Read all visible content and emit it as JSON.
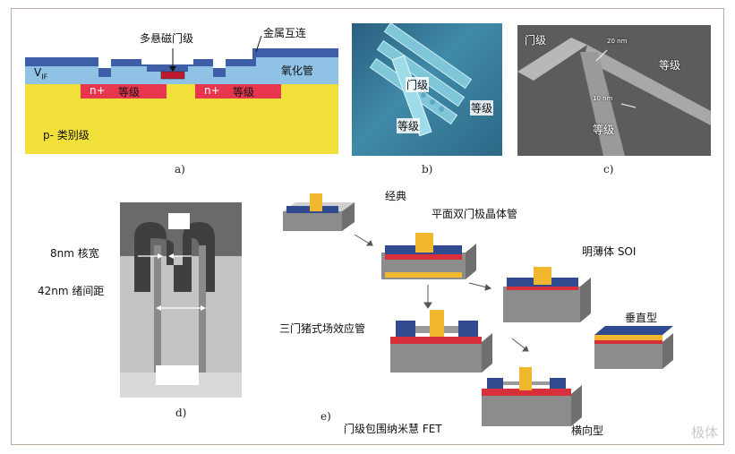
{
  "panel_a": {
    "caption": "a)",
    "labels": {
      "gate": "多悬磁门级",
      "metal": "金属互连",
      "vif_main": "V",
      "vif_sub": "IF",
      "oxide": "氧化管",
      "n_left": "n+",
      "level_left": "等级",
      "n_right": "n+",
      "level_right": "等级",
      "substrate": "p- 类别级"
    },
    "colors": {
      "substrate": "#f2e03a",
      "oxide": "#8fc2e4",
      "metal": "#3e5ea8",
      "doped": "#e8364f"
    }
  },
  "panel_b": {
    "caption": "b)",
    "labels": {
      "gate": "门级",
      "level_right": "等级",
      "level_bottom": "等级"
    }
  },
  "panel_c": {
    "caption": "c)",
    "labels": {
      "gate": "门级",
      "level_right": "等级",
      "level_bottom": "等级",
      "dim_top": "20 nm",
      "dim_bottom": "10 nm"
    }
  },
  "panel_d": {
    "caption": "d)",
    "labels": {
      "core_width": "8nm 核宽",
      "pitch": "42nm 绪间距"
    }
  },
  "panel_e": {
    "caption": "e)",
    "labels": {
      "classic": "经典",
      "planar_dg": "平面双门极晶体管",
      "thin_soi": "明薄体 SOI",
      "trigate": "三门猪式场效应管",
      "vertical": "垂直型",
      "gaa": "门级包围纳米慧 FET",
      "lateral": "横向型"
    },
    "colors": {
      "gate": "#f0b72f",
      "source_drain": "#2f4a8e",
      "channel": "#d8303a",
      "substrate": "#b9b9b9"
    }
  },
  "watermark": "极体"
}
